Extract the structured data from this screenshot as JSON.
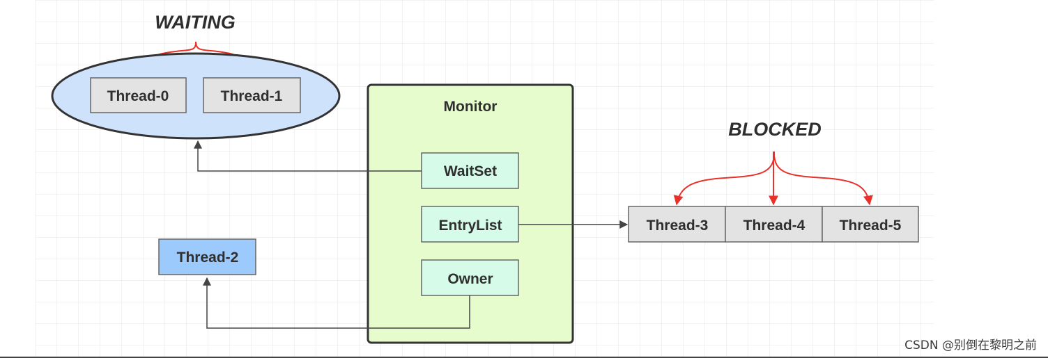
{
  "labels": {
    "waiting": "WAITING",
    "blocked": "BLOCKED",
    "monitor": "Monitor",
    "wait_set": "WaitSet",
    "entry_list": "EntryList",
    "owner": "Owner",
    "thread_0": "Thread-0",
    "thread_1": "Thread-1",
    "thread_2": "Thread-2",
    "thread_3": "Thread-3",
    "thread_4": "Thread-4",
    "thread_5": "Thread-5"
  },
  "watermark": "CSDN @别倒在黎明之前",
  "colors": {
    "grid": "#e6e6e6",
    "ellipse_fill": "#cfe2fb",
    "monitor_fill": "#e6fccc",
    "slot_fill": "#d6fbe9",
    "thread_gray": "#e3e3e3",
    "thread_running": "#9ccafc",
    "state_arrow": "#e8312a",
    "connector": "#444444"
  }
}
